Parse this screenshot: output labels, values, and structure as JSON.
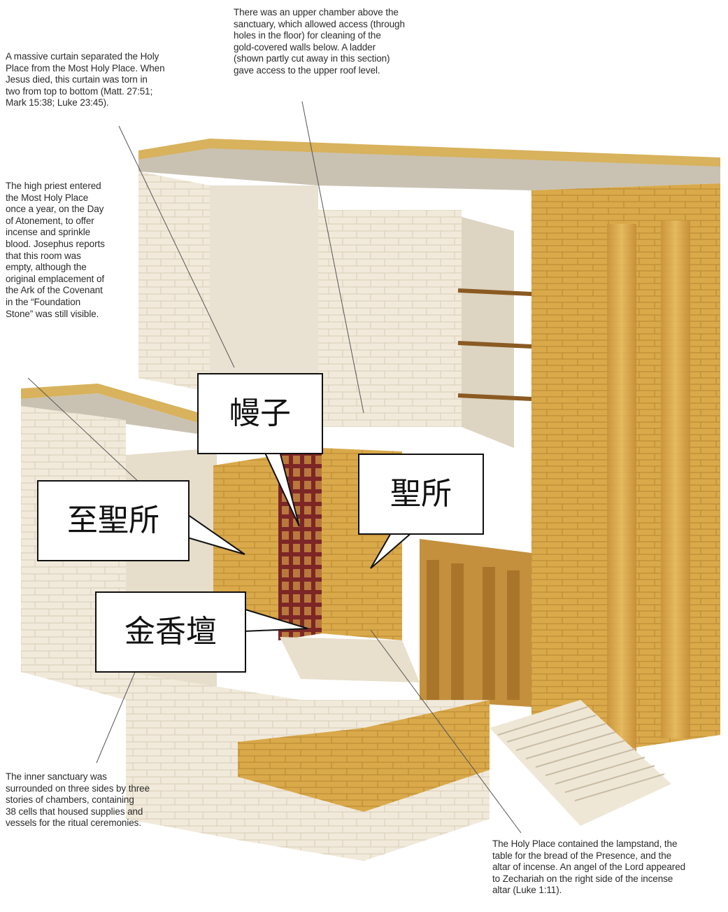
{
  "annotations": {
    "curtain": "A massive curtain separated the Holy\nPlace from the Most Holy Place. When\nJesus died, this curtain was torn in\ntwo from top to bottom (Matt. 27:51;\nMark 15:38; Luke 23:45).",
    "upper_chamber": "There was an upper chamber above the\nsanctuary, which allowed access (through\nholes in the floor) for cleaning of the\ngold-covered walls below. A ladder\n(shown partly cut away in this section)\ngave access to the upper roof level.",
    "high_priest": "The high priest entered\nthe Most Holy Place\nonce a year, on the Day\nof Atonement, to offer\nincense and sprinkle\nblood. Josephus reports\nthat this room was\nempty, although the\noriginal emplacement of\nthe Ark of the Covenant\nin the “Foundation\nStone” was still visible.",
    "inner_sanctuary": "The inner sanctuary was\nsurrounded on three sides by three\nstories of chambers, containing\n38 cells that housed supplies and\nvessels for the ritual ceremonies.",
    "holy_place": "The Holy Place contained the lampstand, the\ntable for the bread of the Presence, and the\naltar of incense. An angel of the Lord appeared\nto Zechariah on the right side of the incense\naltar (Luke 1:11)."
  },
  "callouts": {
    "veil": "幔子",
    "holy_of_holies": "至聖所",
    "holy_place": "聖所",
    "incense_altar": "金香壇"
  },
  "colors": {
    "gold": "#d9a94a",
    "gold_dark": "#a8752a",
    "stone": "#efe7d6",
    "stone_shadow": "#d6cab3",
    "curtain": "#8a2b2b"
  }
}
